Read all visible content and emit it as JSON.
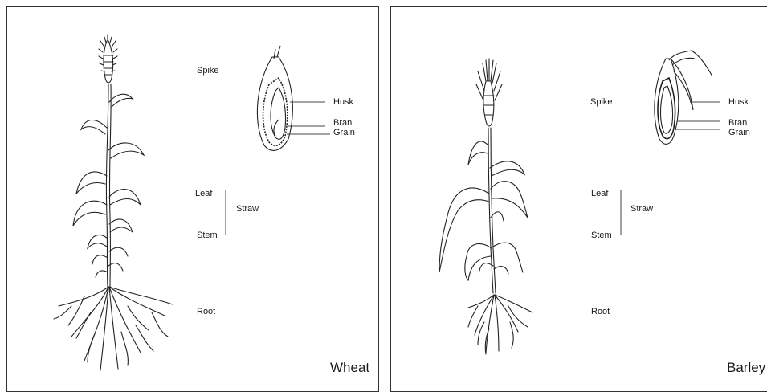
{
  "panels": [
    {
      "name": "Wheat",
      "labels": {
        "spike": "Spike",
        "husk": "Husk",
        "bran": "Bran",
        "grain": "Grain",
        "leaf": "Leaf",
        "straw": "Straw",
        "stem": "Stem",
        "root": "Root"
      }
    },
    {
      "name": "Barley",
      "labels": {
        "spike": "Spike",
        "husk": "Husk",
        "bran": "Bran",
        "grain": "Grain",
        "leaf": "Leaf",
        "straw": "Straw",
        "stem": "Stem",
        "root": "Root"
      }
    }
  ],
  "colors": {
    "ink": "#1a1a1a",
    "border": "#333333",
    "background": "#ffffff"
  }
}
